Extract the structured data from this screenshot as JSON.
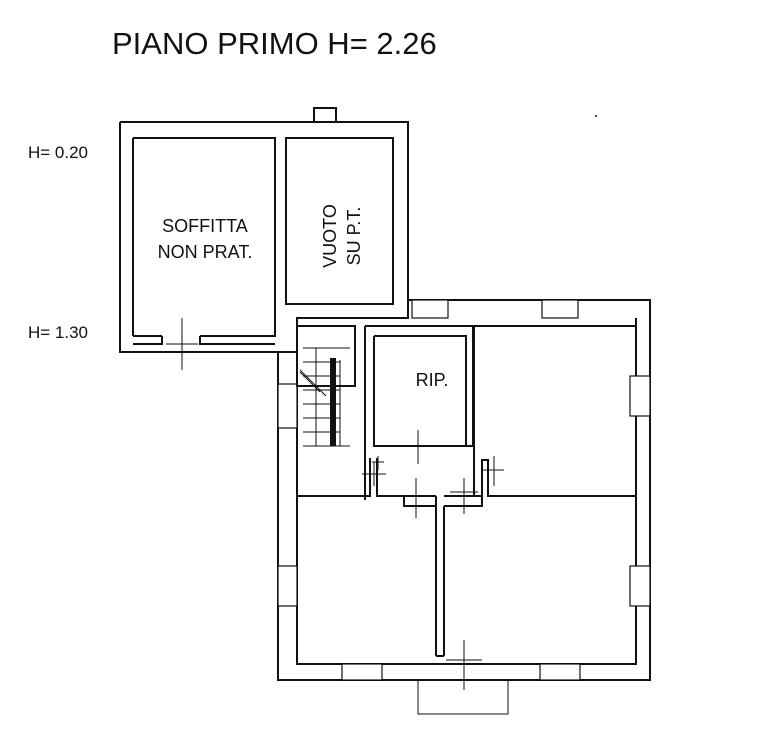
{
  "title": "PIANO PRIMO H= 2.26",
  "levels": {
    "top": "H= 0.20",
    "bottom": "H= 1.30"
  },
  "rooms": {
    "attic_line1": "SOFFITTA",
    "attic_line2": "NON PRAT.",
    "void_line1": "VUOTO",
    "void_line2": "SU P.T.",
    "storage": "RIP."
  }
}
